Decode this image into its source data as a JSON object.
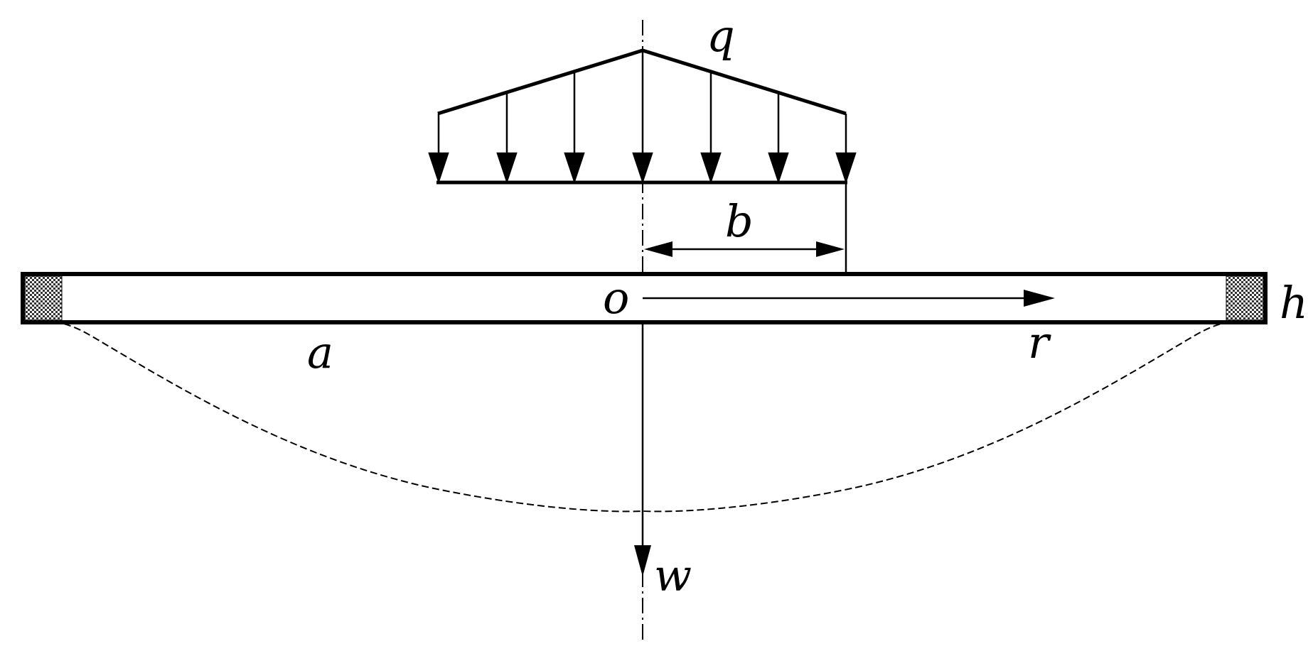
{
  "labels": {
    "load": "q",
    "load_width": "b",
    "origin": "o",
    "radial_axis": "r",
    "thickness": "h",
    "radius": "a",
    "deflection_axis": "w"
  },
  "colors": {
    "line": "#000000",
    "background": "#ffffff",
    "support_hatch": "#555555"
  }
}
